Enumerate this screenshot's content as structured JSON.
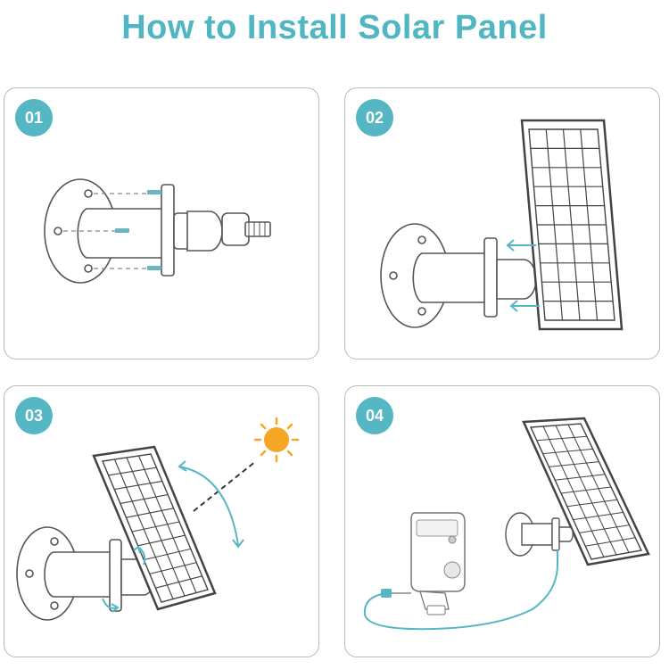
{
  "title": "How to Install Solar Panel",
  "colors": {
    "accent": "#56b7c4",
    "title": "#4fb6c2",
    "line": "#555555",
    "sun": "#f5a623"
  },
  "steps": [
    {
      "number": "01"
    },
    {
      "number": "02"
    },
    {
      "number": "03"
    },
    {
      "number": "04"
    }
  ]
}
